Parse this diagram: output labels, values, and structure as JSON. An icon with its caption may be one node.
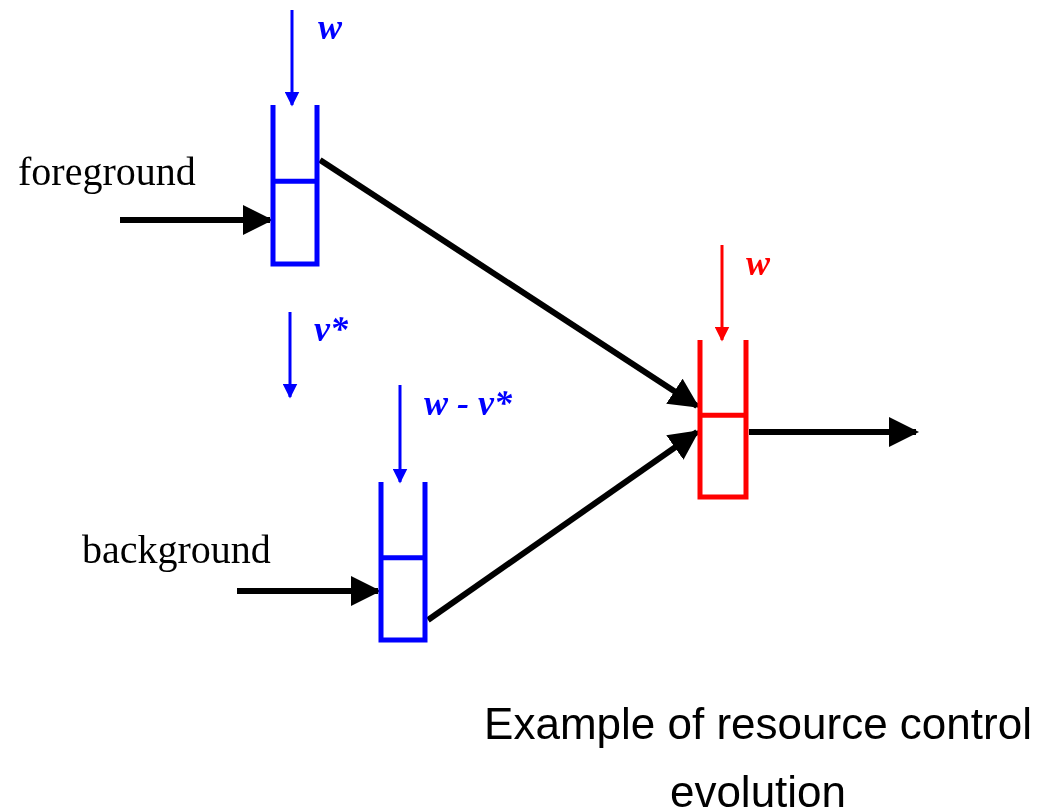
{
  "diagram": {
    "caption": "Example of resource control evolution",
    "nodes": [
      {
        "text": [],
        "shape": "queue",
        "beside": [
          "foreground"
        ]
      },
      {
        "text": [],
        "shape": "queue",
        "beside": [
          "background"
        ]
      },
      {
        "text": [],
        "shape": "queue"
      }
    ],
    "edges": [
      {
        "from": null,
        "to": 0,
        "arrow": "to"
      },
      {
        "from": null,
        "to": 1,
        "arrow": "to"
      },
      {
        "from": 0,
        "to": 2,
        "arrow": "to"
      },
      {
        "from": 1,
        "to": 2,
        "arrow": "to"
      },
      {
        "from": 2,
        "to": null,
        "arrow": "to"
      },
      {
        "from": null,
        "to": 0,
        "arrow": "to",
        "label": "w",
        "color": "#0000ff"
      },
      {
        "from": null,
        "to": 1,
        "arrow": "to",
        "label": "w - v*",
        "color": "#0000ff"
      },
      {
        "from": null,
        "to": 2,
        "arrow": "to",
        "label": "w",
        "color": "#ff0000"
      }
    ],
    "labels": [
      "v*"
    ]
  }
}
